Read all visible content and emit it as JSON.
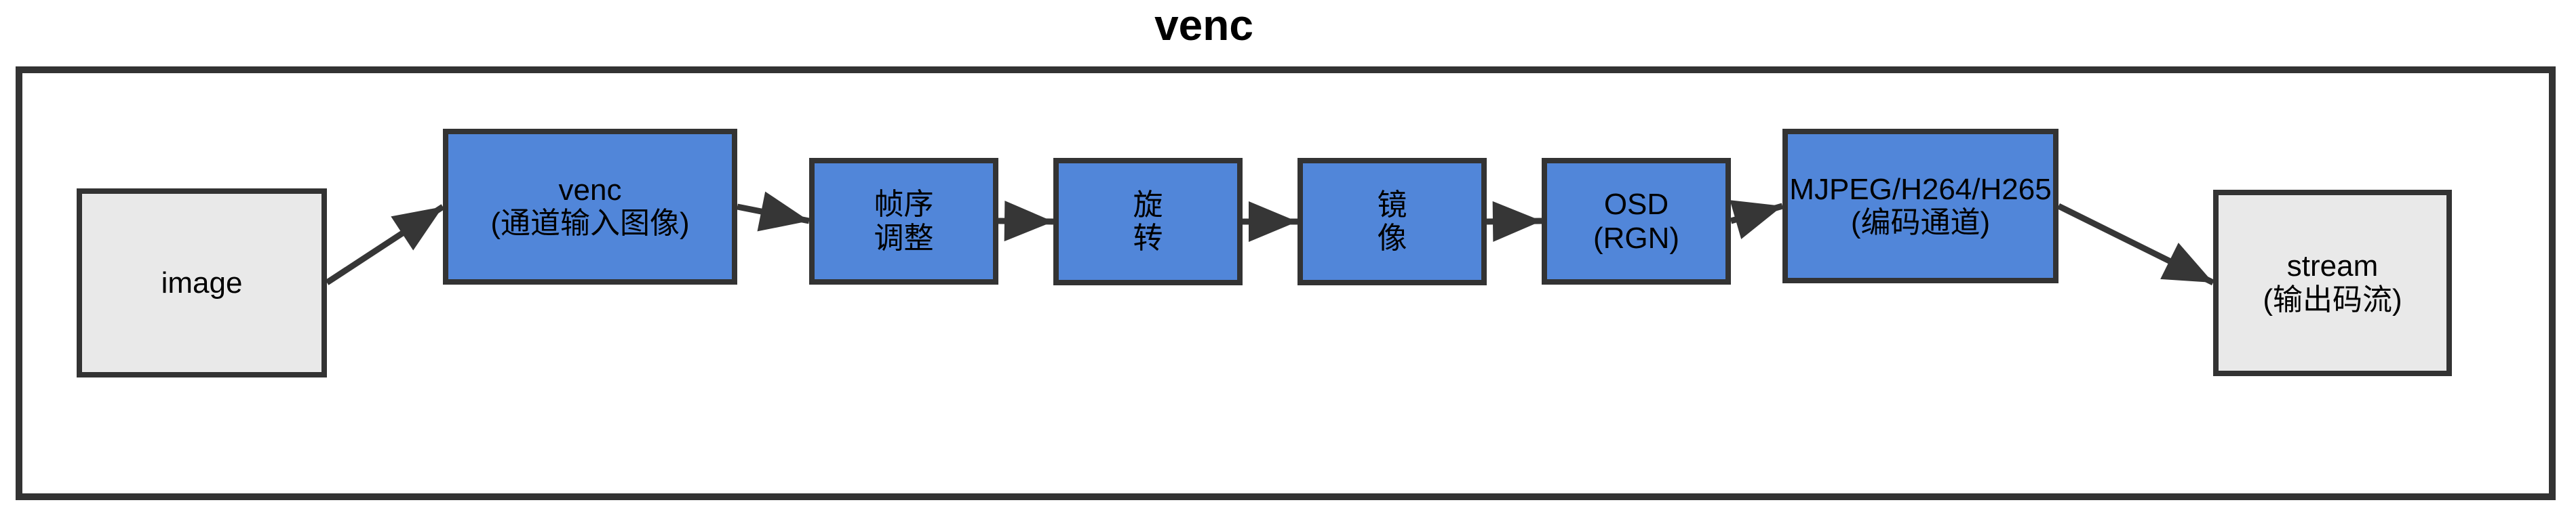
{
  "title": "venc",
  "diagram": {
    "nodes": [
      {
        "id": "image",
        "label": "image",
        "sublabel": "",
        "kind": "terminal"
      },
      {
        "id": "venc-input",
        "label": "venc",
        "sublabel": "(通道输入图像)",
        "kind": "process"
      },
      {
        "id": "frame-order",
        "label": "帧序",
        "sublabel": "调整",
        "kind": "process"
      },
      {
        "id": "rotate",
        "label": "旋",
        "sublabel": "转",
        "kind": "process"
      },
      {
        "id": "mirror",
        "label": "镜",
        "sublabel": "像",
        "kind": "process"
      },
      {
        "id": "osd",
        "label": "OSD",
        "sublabel": "(RGN)",
        "kind": "process"
      },
      {
        "id": "encoder",
        "label": "MJPEG/H264/H265",
        "sublabel": "(编码通道)",
        "kind": "process"
      },
      {
        "id": "stream",
        "label": "stream",
        "sublabel": "(输出码流)",
        "kind": "terminal"
      }
    ],
    "flow": [
      {
        "from": "image",
        "to": "venc-input"
      },
      {
        "from": "venc-input",
        "to": "frame-order"
      },
      {
        "from": "frame-order",
        "to": "rotate"
      },
      {
        "from": "rotate",
        "to": "mirror"
      },
      {
        "from": "mirror",
        "to": "osd"
      },
      {
        "from": "osd",
        "to": "encoder"
      },
      {
        "from": "encoder",
        "to": "stream"
      }
    ],
    "colors": {
      "process_fill": "#5186d9",
      "terminal_fill": "#e9e9e9",
      "box_border": "#333333",
      "arrow": "#363636",
      "text": "#000000"
    }
  }
}
